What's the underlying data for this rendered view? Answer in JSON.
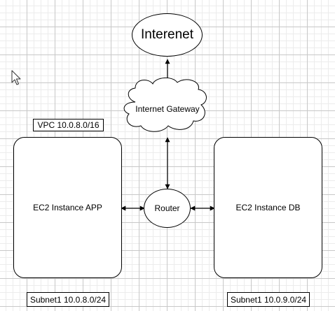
{
  "nodes": {
    "internet": "Interenet",
    "gateway": "Internet Gateway",
    "router": "Router",
    "app": "EC2 Instance APP",
    "db": "EC2 Instance DB"
  },
  "labels": {
    "vpc": "VPC 10.0.8.0/16",
    "subnet_app": "Subnet1 10.0.8.0/24",
    "subnet_db": "Subnet1 10.0.9.0/24"
  },
  "icons": {
    "cursor": "mouse-pointer-icon"
  }
}
